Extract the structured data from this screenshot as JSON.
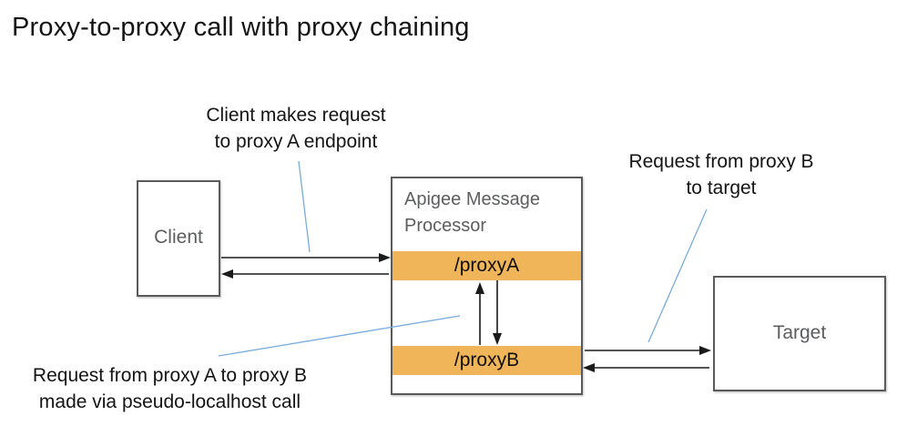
{
  "title": "Proxy-to-proxy call with proxy chaining",
  "colors": {
    "accent_orange": "#EFB558",
    "annotation_blue": "#77ACDD",
    "box_border_gray": "#5A5A5A",
    "box_text_gray": "#5C5D5F",
    "text_black": "#141414",
    "arrow_black": "#1A1A1A"
  },
  "nodes": {
    "client": {
      "label": "Client"
    },
    "message_processor": {
      "title": "Apigee Message Processor",
      "proxy_a_label": "/proxyA",
      "proxy_b_label": "/proxyB"
    },
    "target": {
      "label": "Target"
    }
  },
  "annotations": {
    "client_request": {
      "text": "Client makes request\nto proxy A endpoint"
    },
    "proxy_b_to_target": {
      "text": "Request from proxy B\nto target"
    },
    "proxy_a_to_b": {
      "text": "Request from proxy A to proxy B\nmade via pseudo-localhost call"
    }
  }
}
